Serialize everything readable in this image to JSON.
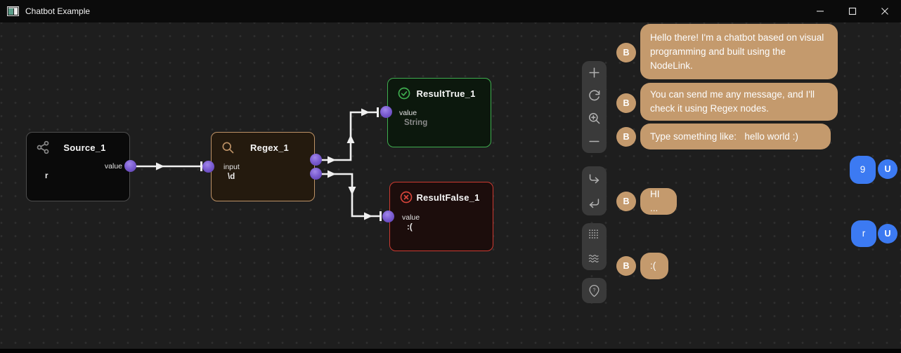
{
  "window": {
    "title": "Chatbot Example",
    "controls": [
      {
        "name": "minimize",
        "icon": "minimize-icon"
      },
      {
        "name": "maximize",
        "icon": "maximize-icon"
      },
      {
        "name": "close",
        "icon": "close-icon"
      }
    ]
  },
  "colors": {
    "canvas_bg": "#1e1e1e",
    "bot_bubble": "#c49a6d",
    "user_bubble": "#3c7af2",
    "port": "#7a5cd0",
    "wire": "#f0f0f0",
    "source_border": "#4d4d4d",
    "regex_border": "#bd9266",
    "true_border": "#3fae4f",
    "false_border": "#cd3a31"
  },
  "nodes": [
    {
      "id": "source",
      "title": "Source_1",
      "icon": "share-network-icon",
      "port_label": "value",
      "body_text": "r"
    },
    {
      "id": "regex",
      "title": "Regex_1",
      "icon": "search-icon",
      "port_label": "input",
      "body_text": "\\d"
    },
    {
      "id": "rtrue",
      "title": "ResultTrue_1",
      "icon": "check-circle-icon",
      "port_label": "value",
      "body_text": "String"
    },
    {
      "id": "rfalse",
      "title": "ResultFalse_1",
      "icon": "x-circle-icon",
      "port_label": "value",
      "body_text": ":("
    }
  ],
  "toolbar": {
    "groups": [
      {
        "buttons": [
          {
            "icon": "plus-icon"
          },
          {
            "icon": "rotate-cw-icon"
          },
          {
            "icon": "zoom-in-icon"
          },
          {
            "icon": "minus-icon"
          }
        ]
      },
      {
        "buttons": [
          {
            "icon": "corner-down-right-icon"
          },
          {
            "icon": "corner-down-left-icon"
          }
        ]
      },
      {
        "buttons": [
          {
            "icon": "grid-dots-icon"
          },
          {
            "icon": "waves-icon"
          }
        ]
      },
      {
        "buttons": [
          {
            "icon": "map-pin-question-icon"
          }
        ]
      }
    ]
  },
  "chat": {
    "bot_avatar": "B",
    "user_avatar": "U",
    "messages": [
      {
        "from": "bot",
        "text": "Hello there! I'm a chatbot based on visual programming and built using the NodeLink."
      },
      {
        "from": "bot",
        "text": "You can send me any message, and I'll check it using Regex nodes."
      },
      {
        "from": "bot",
        "text": "Type something like:   hello world :)"
      },
      {
        "from": "user",
        "text": "9"
      },
      {
        "from": "bot",
        "text": "HI ..."
      },
      {
        "from": "user",
        "text": "r"
      },
      {
        "from": "bot",
        "text": ":("
      }
    ]
  }
}
